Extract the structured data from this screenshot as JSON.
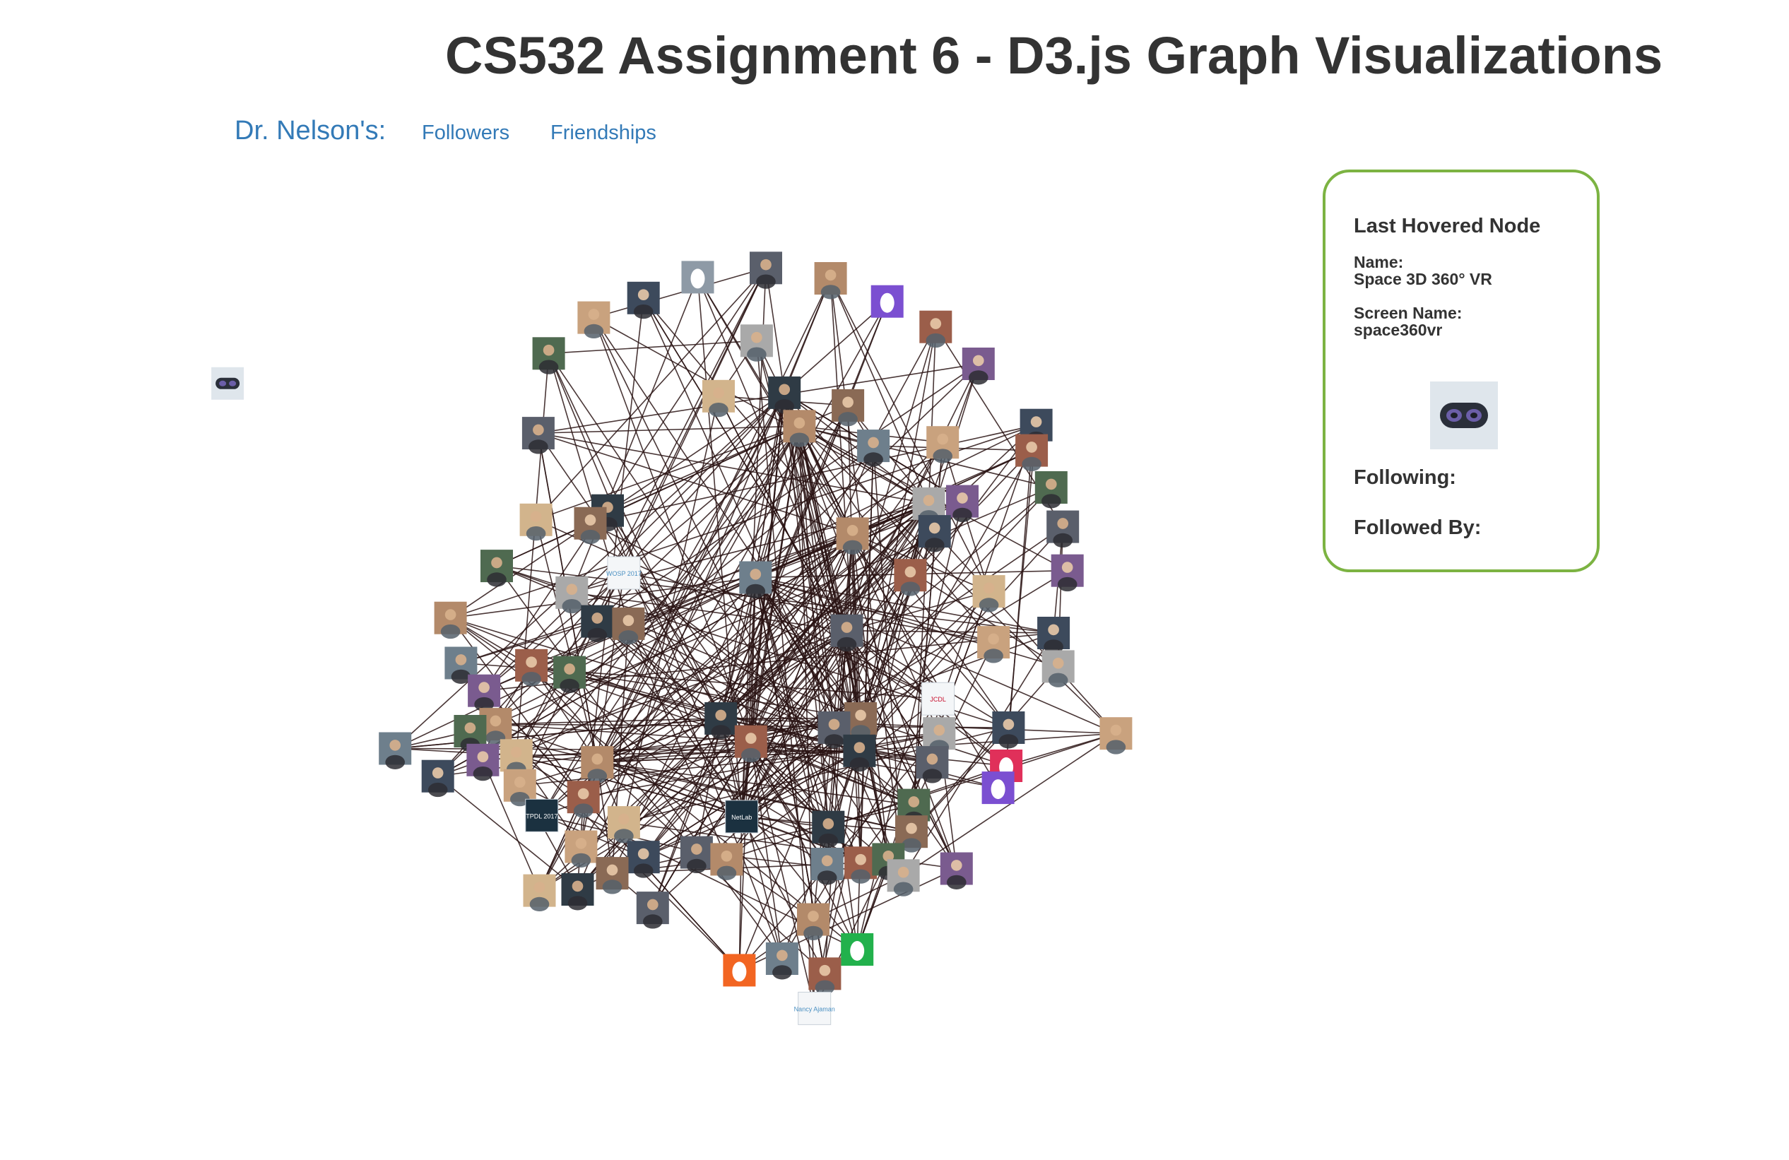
{
  "page": {
    "title": "CS532 Assignment 6 - D3.js Graph Visualizations"
  },
  "nav": {
    "brand": "Dr. Nelson's:",
    "links": [
      {
        "label": "Followers"
      },
      {
        "label": "Friendships"
      }
    ]
  },
  "info_panel": {
    "heading": "Last Hovered Node",
    "name_label": "Name:",
    "name_value": "Space 3D 360° VR",
    "screen_name_label": "Screen Name:",
    "screen_name_value": "space360vr",
    "following_label": "Following:",
    "followed_by_label": "Followed By:",
    "avatar_icon": "vr-headset-icon"
  },
  "graph": {
    "node_icons": [
      "profile-photo-icon",
      "default-egg-avatar-icon",
      "logo-avatar-icon"
    ],
    "node_text_labels": [
      "WOSP 2017",
      "TPDL 2017",
      "NetLab",
      "JCDL",
      "Nancy Ajaman"
    ],
    "colors": {
      "link": "#2a1414",
      "panel_border": "#7cb342",
      "nav_link": "#337ab7",
      "egg_purple": "#7b4fd1",
      "egg_gray": "#8e9aa6",
      "egg_red": "#e0305a",
      "egg_orange": "#f26522",
      "egg_green": "#22b14c"
    }
  }
}
